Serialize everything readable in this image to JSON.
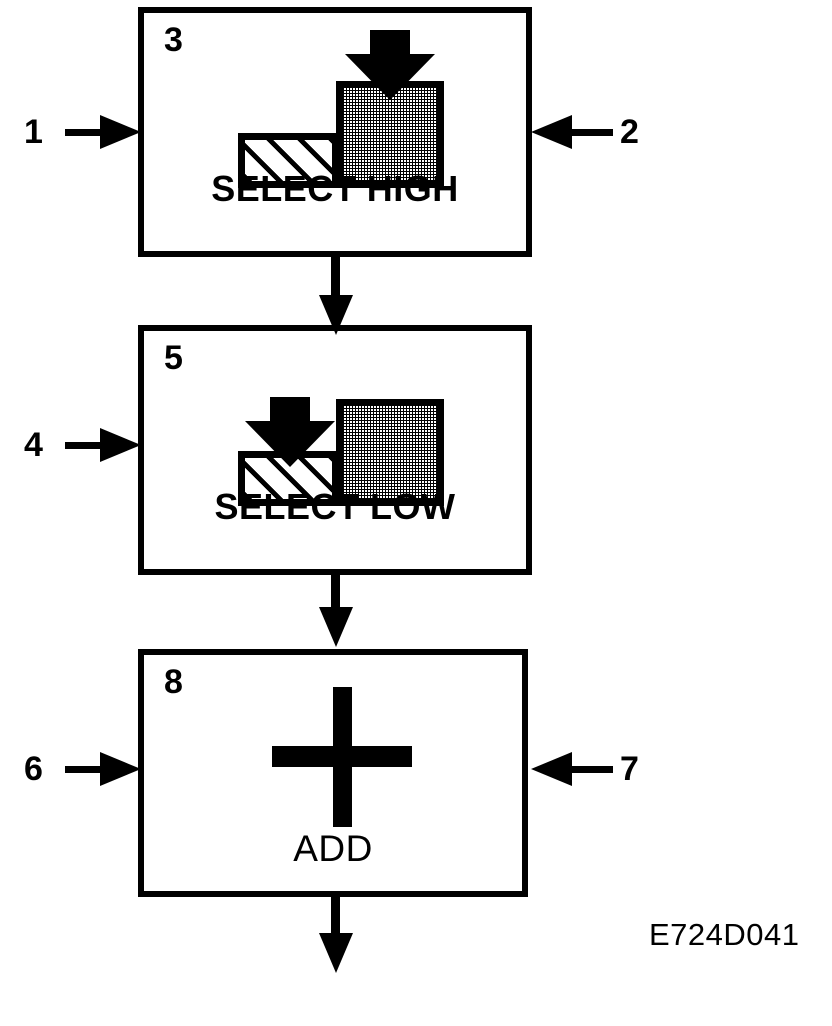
{
  "diagram": {
    "reference_code": "E724D041",
    "colors": {
      "ink": "#000000",
      "paper": "#ffffff"
    },
    "steps": [
      {
        "id": "select-high",
        "number": "3",
        "caption": "SELECT HIGH",
        "icon": "press-arrow-onto-tall-block",
        "blocks": [
          {
            "name": "hatched-low-block",
            "fill": "diagonal-hatch"
          },
          {
            "name": "stippled-high-block",
            "fill": "gray-stipple"
          }
        ],
        "arrow_target": "stippled-high-block"
      },
      {
        "id": "select-low",
        "number": "5",
        "caption": "SELECT LOW",
        "icon": "press-arrow-onto-short-block",
        "blocks": [
          {
            "name": "hatched-low-block",
            "fill": "diagonal-hatch"
          },
          {
            "name": "stippled-high-block",
            "fill": "gray-stipple"
          }
        ],
        "arrow_target": "hatched-low-block"
      },
      {
        "id": "add",
        "number": "8",
        "caption": "ADD",
        "icon": "plus-sign",
        "blocks": [],
        "arrow_target": ""
      }
    ],
    "callouts": [
      {
        "id": "1",
        "label": "1",
        "side": "left",
        "points_to": "select-high"
      },
      {
        "id": "2",
        "label": "2",
        "side": "right",
        "points_to": "select-high"
      },
      {
        "id": "4",
        "label": "4",
        "side": "left",
        "points_to": "select-low"
      },
      {
        "id": "6",
        "label": "6",
        "side": "left",
        "points_to": "add"
      },
      {
        "id": "7",
        "label": "7",
        "side": "right",
        "points_to": "add"
      }
    ],
    "flow_connectors": [
      {
        "id": "high-to-low",
        "from": "select-high",
        "to": "select-low",
        "direction": "down"
      },
      {
        "id": "low-to-add",
        "from": "select-low",
        "to": "add",
        "direction": "down"
      },
      {
        "id": "add-out",
        "from": "add",
        "to": "",
        "direction": "down"
      }
    ]
  }
}
